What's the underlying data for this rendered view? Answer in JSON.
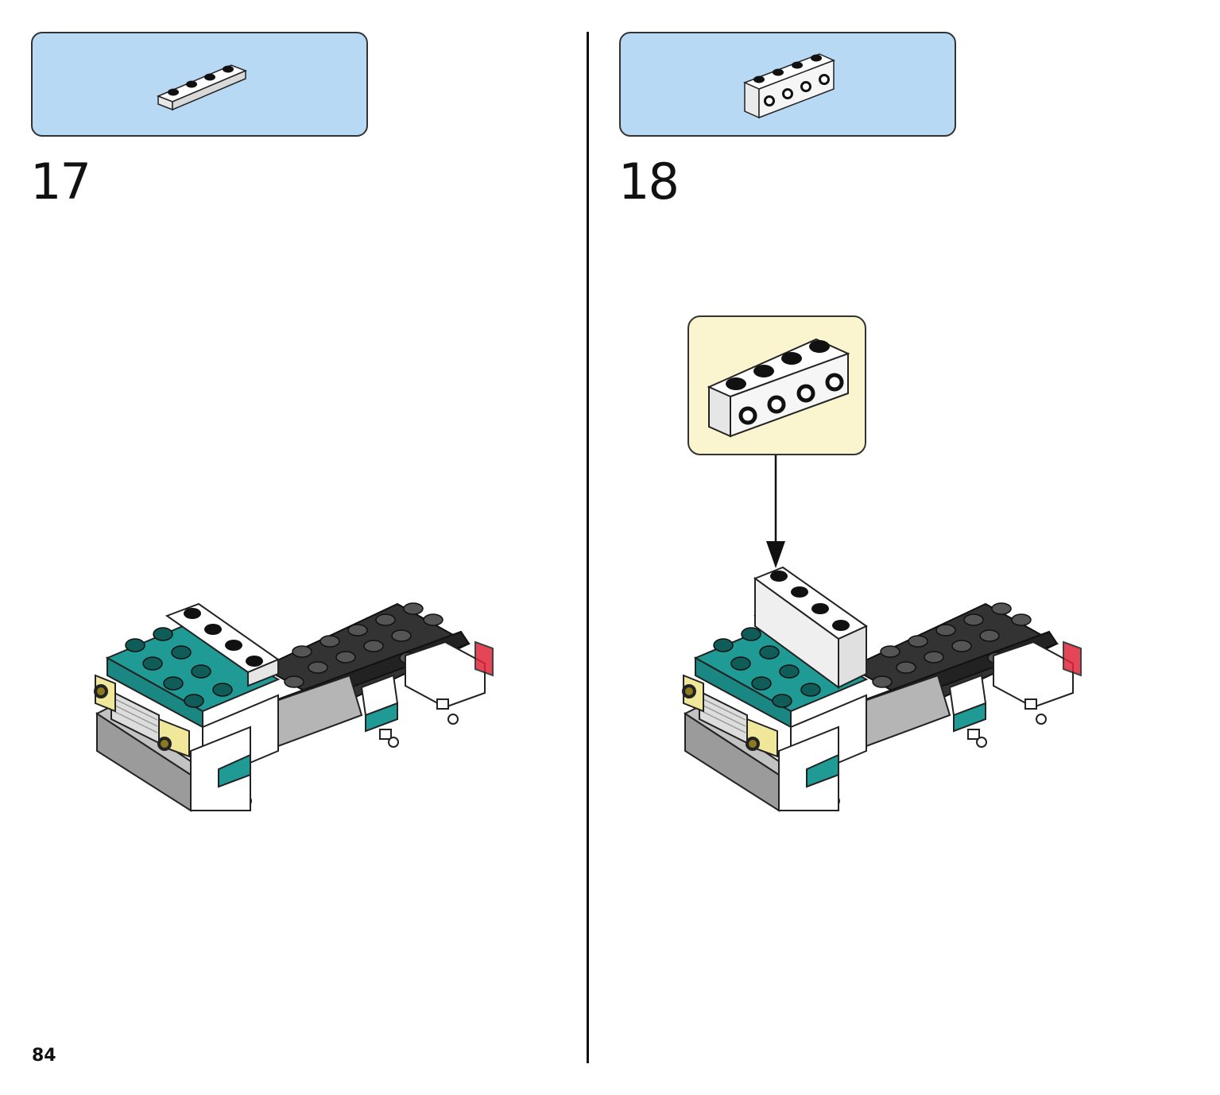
{
  "page": {
    "number": "84"
  },
  "steps": [
    {
      "number": "17",
      "parts": [
        {
          "icon": "white-plate-1x4-icon",
          "quantity": 1
        }
      ]
    },
    {
      "number": "18",
      "parts": [
        {
          "icon": "white-brick-1x4-studs-on-side-icon",
          "quantity": 1
        }
      ]
    }
  ],
  "colors": {
    "parts_box": "#b7d9f4",
    "callout": "#fbf5cf",
    "teal": "#1f9a94",
    "dark_plate": "#3a3a3a",
    "grey": "#a9a9a9",
    "yellow_light": "#f1e79b",
    "red_light": "#e0263a"
  }
}
